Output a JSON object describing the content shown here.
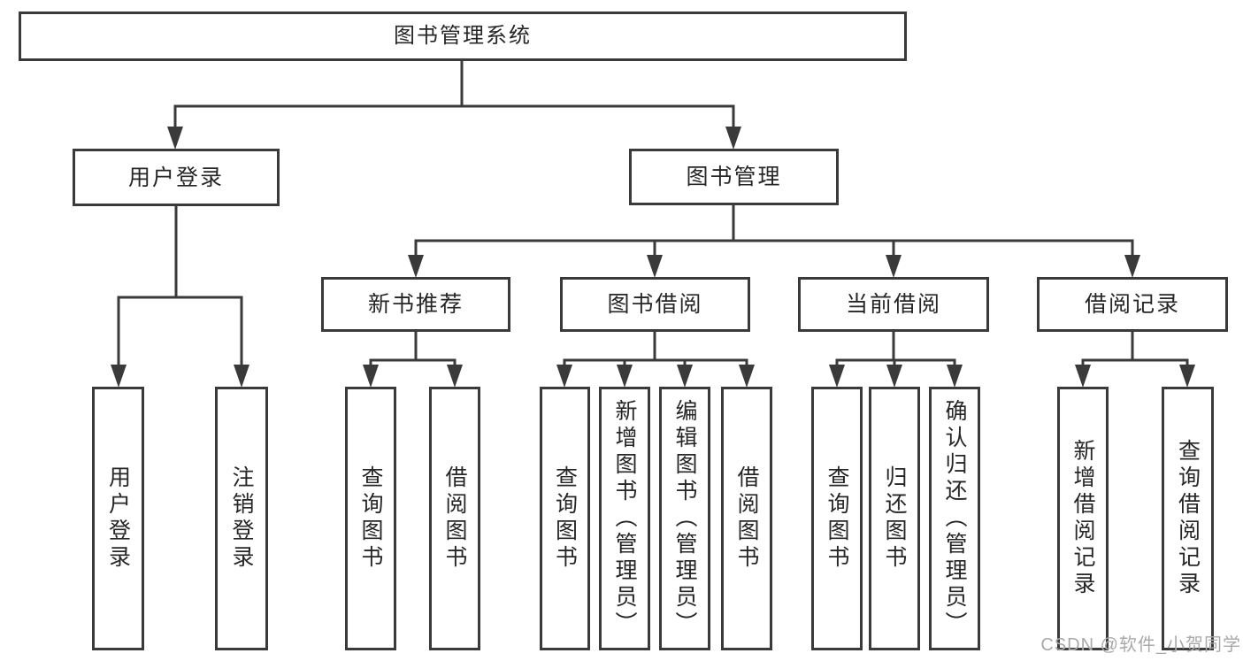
{
  "diagram": {
    "root": {
      "label": "图书管理系统"
    },
    "branches": [
      {
        "label": "用户登录",
        "children": [
          {
            "label": "用户登录"
          },
          {
            "label": "注销登录"
          }
        ]
      },
      {
        "label": "图书管理",
        "children": [
          {
            "label": "新书推荐",
            "children": [
              {
                "label": "查询图书"
              },
              {
                "label": "借阅图书"
              }
            ]
          },
          {
            "label": "图书借阅",
            "children": [
              {
                "label": "查询图书"
              },
              {
                "label": "新增图书（管理员）"
              },
              {
                "label": "编辑图书（管理员）"
              },
              {
                "label": "借阅图书"
              }
            ]
          },
          {
            "label": "当前借阅",
            "children": [
              {
                "label": "查询图书"
              },
              {
                "label": "归还图书"
              },
              {
                "label": "确认归还（管理员）"
              }
            ]
          },
          {
            "label": "借阅记录",
            "children": [
              {
                "label": "新增借阅记录"
              },
              {
                "label": "查询借阅记录"
              }
            ]
          }
        ]
      }
    ]
  },
  "colors": {
    "line": "#3a3a3a",
    "text": "#262626",
    "watermark": "#a9a9a9"
  },
  "watermark": "CSDN @软件_小贺同学"
}
